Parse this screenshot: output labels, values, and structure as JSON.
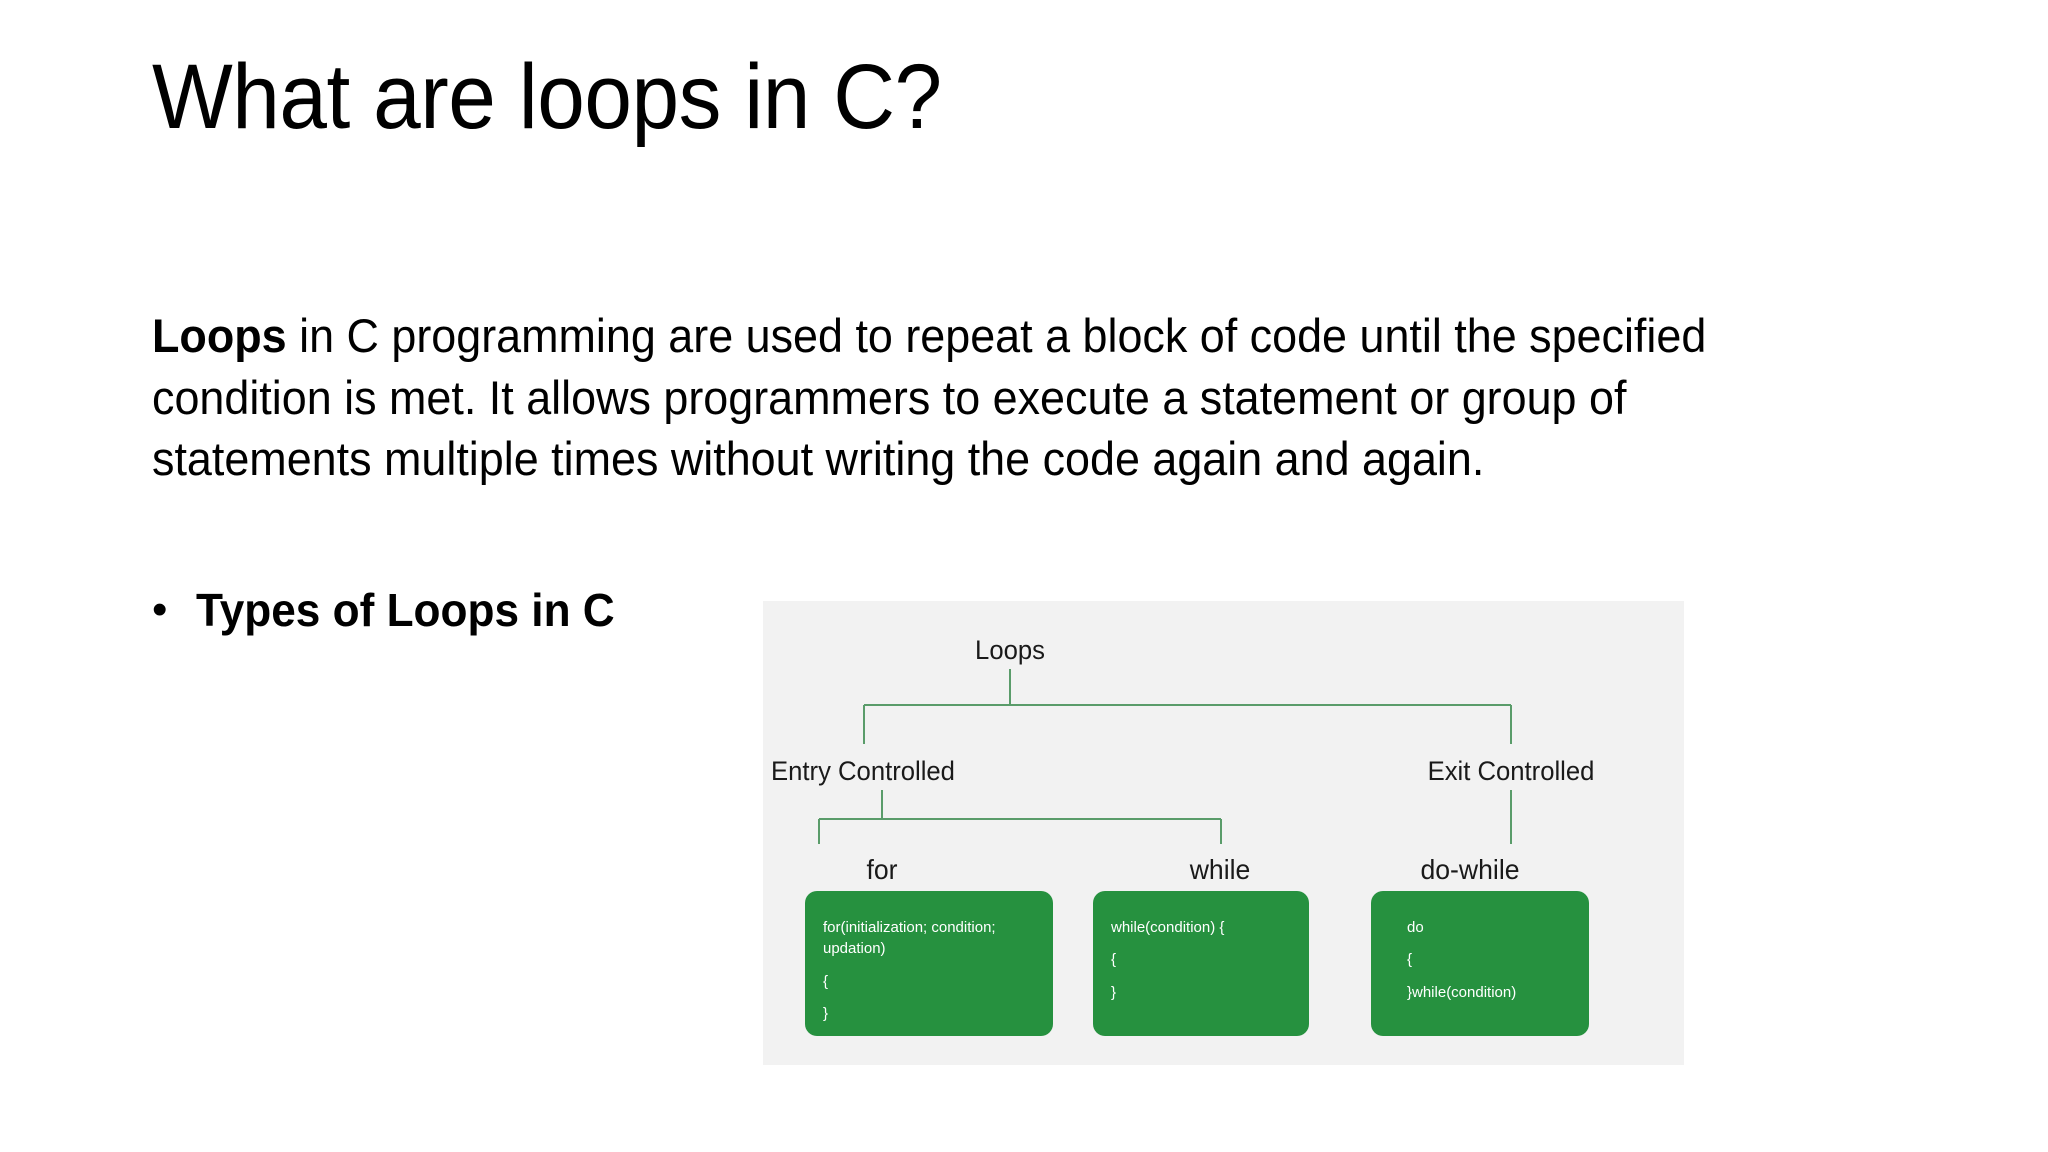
{
  "slide": {
    "title": "What are loops in C?",
    "body": {
      "lead": "Loops",
      "rest": " in C programming are used to repeat a block of code until the specified condition is met. It allows programmers to execute a statement or group of statements multiple times without writing the code again and again."
    },
    "bullet": {
      "marker": "•",
      "text": "Types of Loops in C"
    }
  },
  "colors": {
    "panel_background": "#f2f2f2",
    "code_card_green": "#26913f",
    "connector_green": "#5a9c6a",
    "text": "#000000",
    "code_text": "#ffffff",
    "slide_background": "#ffffff"
  },
  "chart_data": {
    "type": "diagram",
    "title": "Types of Loops in C",
    "nodes": {
      "root": "Loops",
      "level1": [
        "Entry Controlled",
        "Exit Controlled"
      ],
      "level2": [
        "for",
        "while",
        "do-while"
      ]
    },
    "edges": [
      [
        "Loops",
        "Entry Controlled"
      ],
      [
        "Loops",
        "Exit Controlled"
      ],
      [
        "Entry Controlled",
        "for"
      ],
      [
        "Entry Controlled",
        "while"
      ],
      [
        "Exit Controlled",
        "do-while"
      ]
    ],
    "code_cards": [
      {
        "parent": "for",
        "lines": [
          "for(initialization; condition; updation)",
          "{",
          "}"
        ]
      },
      {
        "parent": "while",
        "lines": [
          "while(condition) {",
          "{",
          "}"
        ]
      },
      {
        "parent": "do-while",
        "lines": [
          "do",
          "{",
          "}while(condition)"
        ]
      }
    ]
  }
}
